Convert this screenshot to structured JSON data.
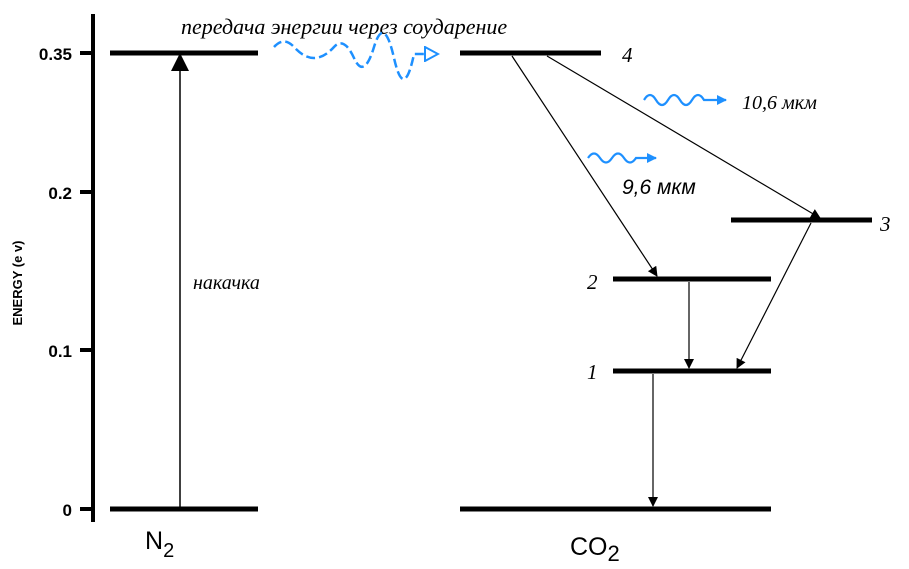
{
  "axis": {
    "label": "ENERGY (e v)",
    "ticks": [
      "0.35",
      "0.2",
      "0.1",
      "0"
    ]
  },
  "molecules": {
    "n2": {
      "base": "N",
      "sub": "2"
    },
    "co2": {
      "base": "CO",
      "sub": "2"
    }
  },
  "labels": {
    "transfer": "передача энергии через соударение",
    "pump": "накачка",
    "emission_10_6": "10,6 мкм",
    "emission_9_6": "9,6 мкм"
  },
  "levels": {
    "co2_4": "4",
    "co2_3": "3",
    "co2_2": "2",
    "co2_1": "1"
  },
  "colors": {
    "wave": "#1e90ff",
    "line": "#000000"
  },
  "icons": {
    "transfer_wave": "wavy-arrow-icon",
    "photon_10_6": "wavy-arrow-icon",
    "photon_9_6": "wavy-arrow-icon"
  }
}
